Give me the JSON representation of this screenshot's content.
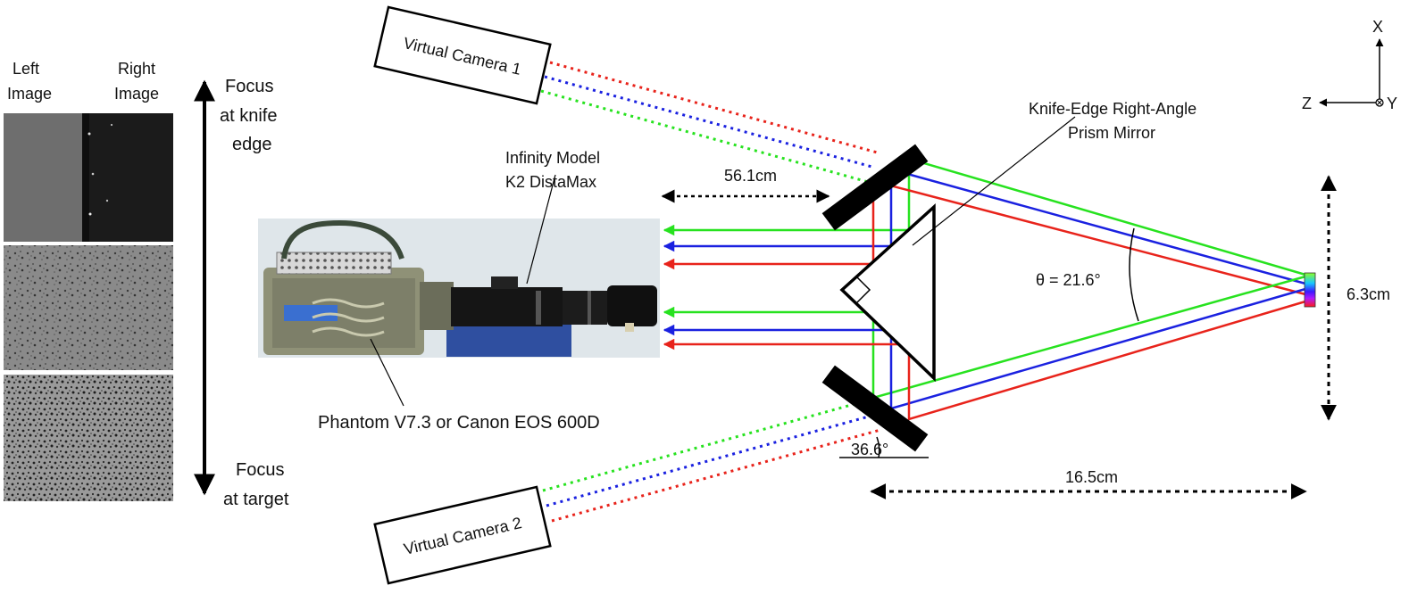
{
  "panel_labels": {
    "left": [
      "Left",
      "Image"
    ],
    "right": [
      "Right",
      "Image"
    ]
  },
  "focus": {
    "top": [
      "Focus",
      "at knife",
      "edge"
    ],
    "bottom": [
      "Focus",
      "at target"
    ]
  },
  "virtual_camera_1": "Virtual Camera 1",
  "virtual_camera_2": "Virtual Camera 2",
  "lens_label": [
    "Infinity Model",
    "K2 DistaMax"
  ],
  "camera_label": "Phantom V7.3  or  Canon EOS 600D",
  "prism_label": [
    "Knife-Edge Right-Angle",
    "Prism Mirror"
  ],
  "distance_camera_mirror": "56.1cm",
  "distance_prism_target": "16.5cm",
  "target_height": "6.3cm",
  "theta": "θ = 21.6°",
  "mirror_angle": "36.6°",
  "axes": {
    "x": "X",
    "y": "Y",
    "z": "Z"
  },
  "ray_colors": {
    "red": "#e8231b",
    "green": "#27e21f",
    "blue": "#1a21e0"
  }
}
